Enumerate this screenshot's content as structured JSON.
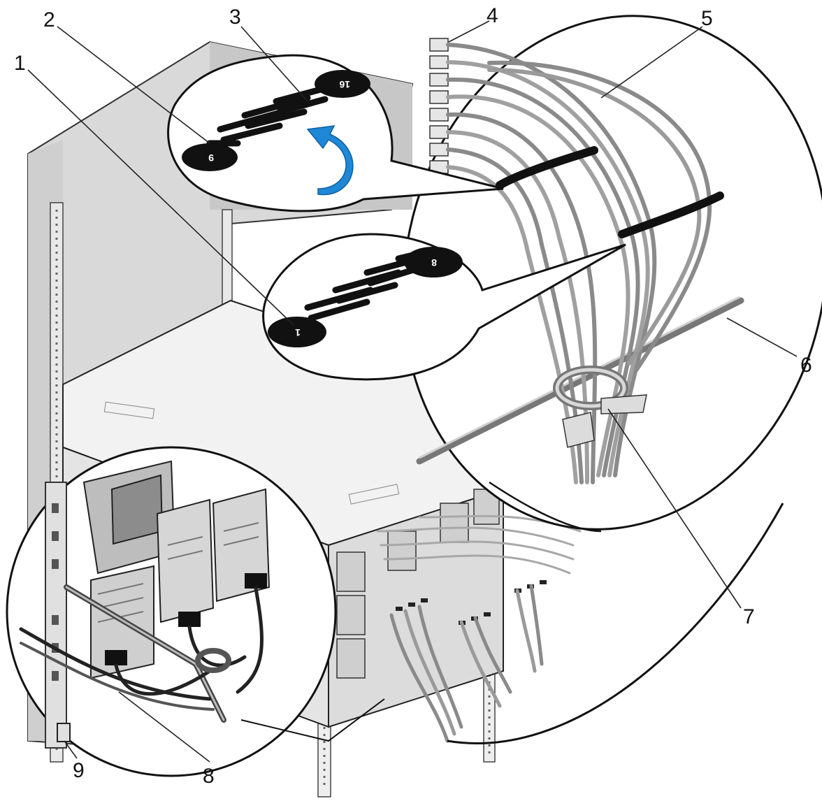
{
  "callouts": [
    "1",
    "2",
    "3",
    "4",
    "5",
    "6",
    "7",
    "8",
    "9"
  ],
  "clip_numbers": {
    "upper_left": "9",
    "upper_right": "16",
    "lower_left": "1",
    "lower_right": "8"
  },
  "colors": {
    "ink": "#111111",
    "rack": "#d6d6d6",
    "rack_shadow": "#b9b9b9",
    "cable": "#9a9a9a",
    "arrow_accent": "#1e88d6"
  }
}
